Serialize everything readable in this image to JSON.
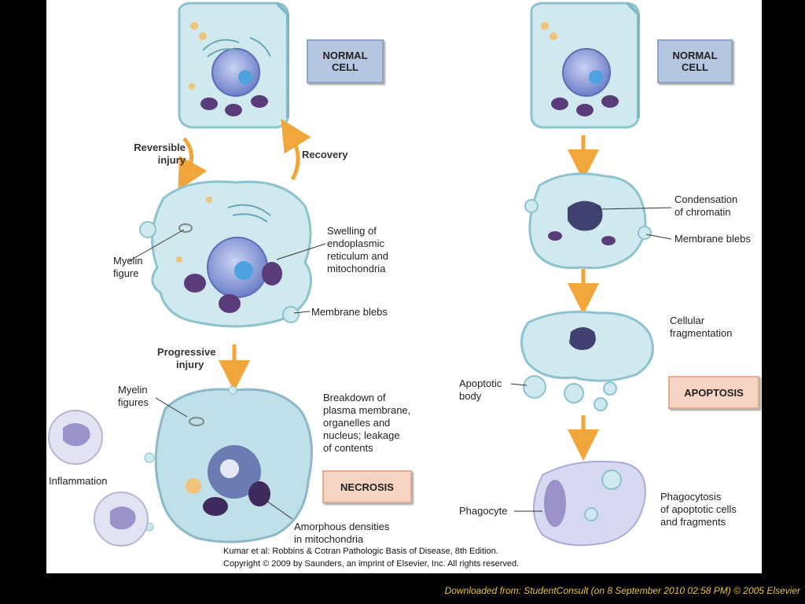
{
  "left_flow": {
    "normal_box": [
      "NORMAL",
      "CELL"
    ],
    "reversible": [
      "Reversible",
      "injury"
    ],
    "recovery": "Recovery",
    "myelin_figure": [
      "Myelin",
      "figure"
    ],
    "swelling": [
      "Swelling of",
      "endoplasmic",
      "reticulum and",
      "mitochondria"
    ],
    "membrane_blebs": "Membrane blebs",
    "progressive": [
      "Progressive",
      "injury"
    ],
    "myelin_figures": [
      "Myelin",
      "figures"
    ],
    "breakdown": [
      "Breakdown of",
      "plasma membrane,",
      "organelles and",
      "nucleus; leakage",
      "of contents"
    ],
    "inflammation": "Inflammation",
    "necrosis_box": "NECROSIS",
    "amorphous": [
      "Amorphous densities",
      "in mitochondria"
    ]
  },
  "right_flow": {
    "normal_box": [
      "NORMAL",
      "CELL"
    ],
    "condensation": [
      "Condensation",
      "of chromatin"
    ],
    "membrane_blebs": "Membrane blebs",
    "fragmentation": [
      "Cellular",
      "fragmentation"
    ],
    "apoptotic_body": [
      "Apoptotic",
      "body"
    ],
    "apoptosis_box": "APOPTOSIS",
    "phagocyte": "Phagocyte",
    "phagocytosis": [
      "Phagocytosis",
      "of apoptotic cells",
      "and fragments"
    ]
  },
  "credit": {
    "line1": "Kumar et al: Robbins & Cotran Pathologic Basis of Disease, 8th Edition.",
    "line2": "Copyright © 2009 by Saunders, an imprint of Elsevier, Inc. All rights reserved."
  },
  "footer": "Downloaded from: StudentConsult (on 8 September 2010 02:58 PM)  © 2005 Elsevier",
  "colors": {
    "cell_fill": "#cfe9ee",
    "cell_edge": "#8cc3cf",
    "nucleus": "#7f8fd0",
    "mito": "#5b3c7a",
    "arrow": "#f0a63a",
    "normal_box": "#b5c6e0",
    "status_box": "#f5d4c3",
    "footer_text": "#e8c43c"
  }
}
